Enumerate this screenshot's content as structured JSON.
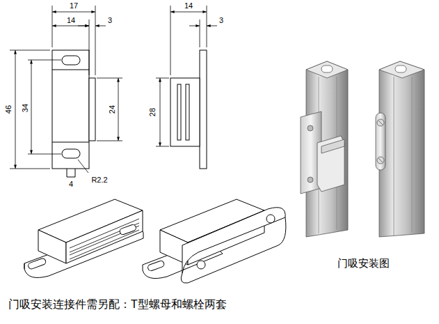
{
  "diagram": {
    "caption": "门吸安装连接件需另配：T型螺母和螺栓两套",
    "labels": [
      "17",
      "14",
      "3",
      "46",
      "34",
      "24",
      "4",
      "R2.2",
      "14",
      "3",
      "28",
      "门吸安装图"
    ]
  }
}
